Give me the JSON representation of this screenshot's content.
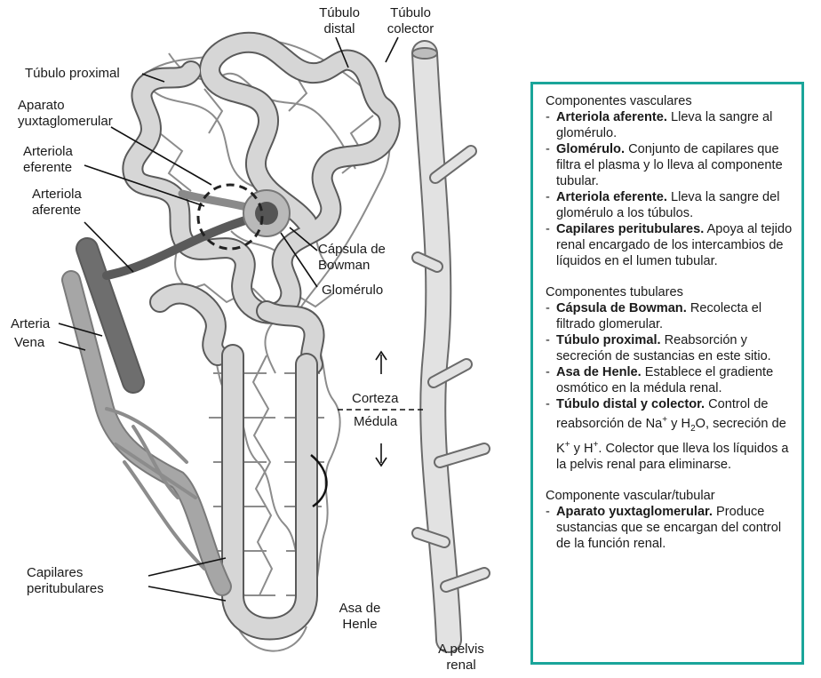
{
  "labels": {
    "tubulo_distal": "Túbulo\ndistal",
    "tubulo_colector": "Túbulo\ncolector",
    "tubulo_proximal": "Túbulo proximal",
    "aparato_yuxta": "Aparato\nyuxtaglomerular",
    "arteriola_eferente": "Arteriola\neferente",
    "arteriola_aferente": "Arteriola\naferente",
    "capsula_bowman": "Cápsula de\nBowman",
    "glomerulo": "Glomérulo",
    "arteria": "Arteria",
    "vena": "Vena",
    "corteza": "Corteza",
    "medula": "Médula",
    "capilares": "Capilares\nperitubulares",
    "asa_henle": "Asa de\nHenle",
    "pelvis": "A pelvis\nrenal"
  },
  "legend": {
    "vascular": {
      "title": "Componentes vasculares",
      "items": [
        {
          "term": "Arteriola aferente.",
          "desc": " Lleva la sangre al glomérulo."
        },
        {
          "term": "Glomérulo.",
          "desc": " Conjunto de capilares que filtra el plasma y lo lleva al componente tubular."
        },
        {
          "term": "Arteriola eferente.",
          "desc": " Lleva la sangre del glomérulo a los túbulos."
        },
        {
          "term": "Capilares peritubulares.",
          "desc": " Apoya al tejido renal encargado de los intercambios de líquidos en el lumen tubular."
        }
      ]
    },
    "tubular": {
      "title": "Componentes tubulares",
      "items": [
        {
          "term": "Cápsula de Bowman.",
          "desc": " Recolecta el filtrado glomerular."
        },
        {
          "term": "Túbulo proximal.",
          "desc": " Reabsorción y secreción de sustancias en este sitio."
        },
        {
          "term": "Asa de Henle.",
          "desc": " Establece el gradiente osmótico en la médula renal."
        }
      ],
      "last": {
        "term": "Túbulo distal y colector.",
        "p1": " Control de reabsorción de Na",
        "sup1": "+",
        "p2": " y H",
        "sub1": "2",
        "p3": "O, secreción de K",
        "sup2": "+",
        "p4": " y H",
        "sup3": "+",
        "p5": ". Colector que lleva los líquidos a la pelvis renal para eliminarse."
      }
    },
    "mixed": {
      "title": "Componente vascular/tubular",
      "items": [
        {
          "term": "Aparato yuxtaglomerular.",
          "desc": " Produce sustancias que se encargan del control de la función renal."
        }
      ]
    },
    "dash": "-"
  },
  "colors": {
    "tubule_fill": "#d6d6d6",
    "tubule_stroke": "#5a5a5a",
    "vessel_dark": "#6e6e6e",
    "vessel_mid": "#9a9a9a",
    "capillary": "#8c8c8c",
    "border": "#1aa59a"
  }
}
